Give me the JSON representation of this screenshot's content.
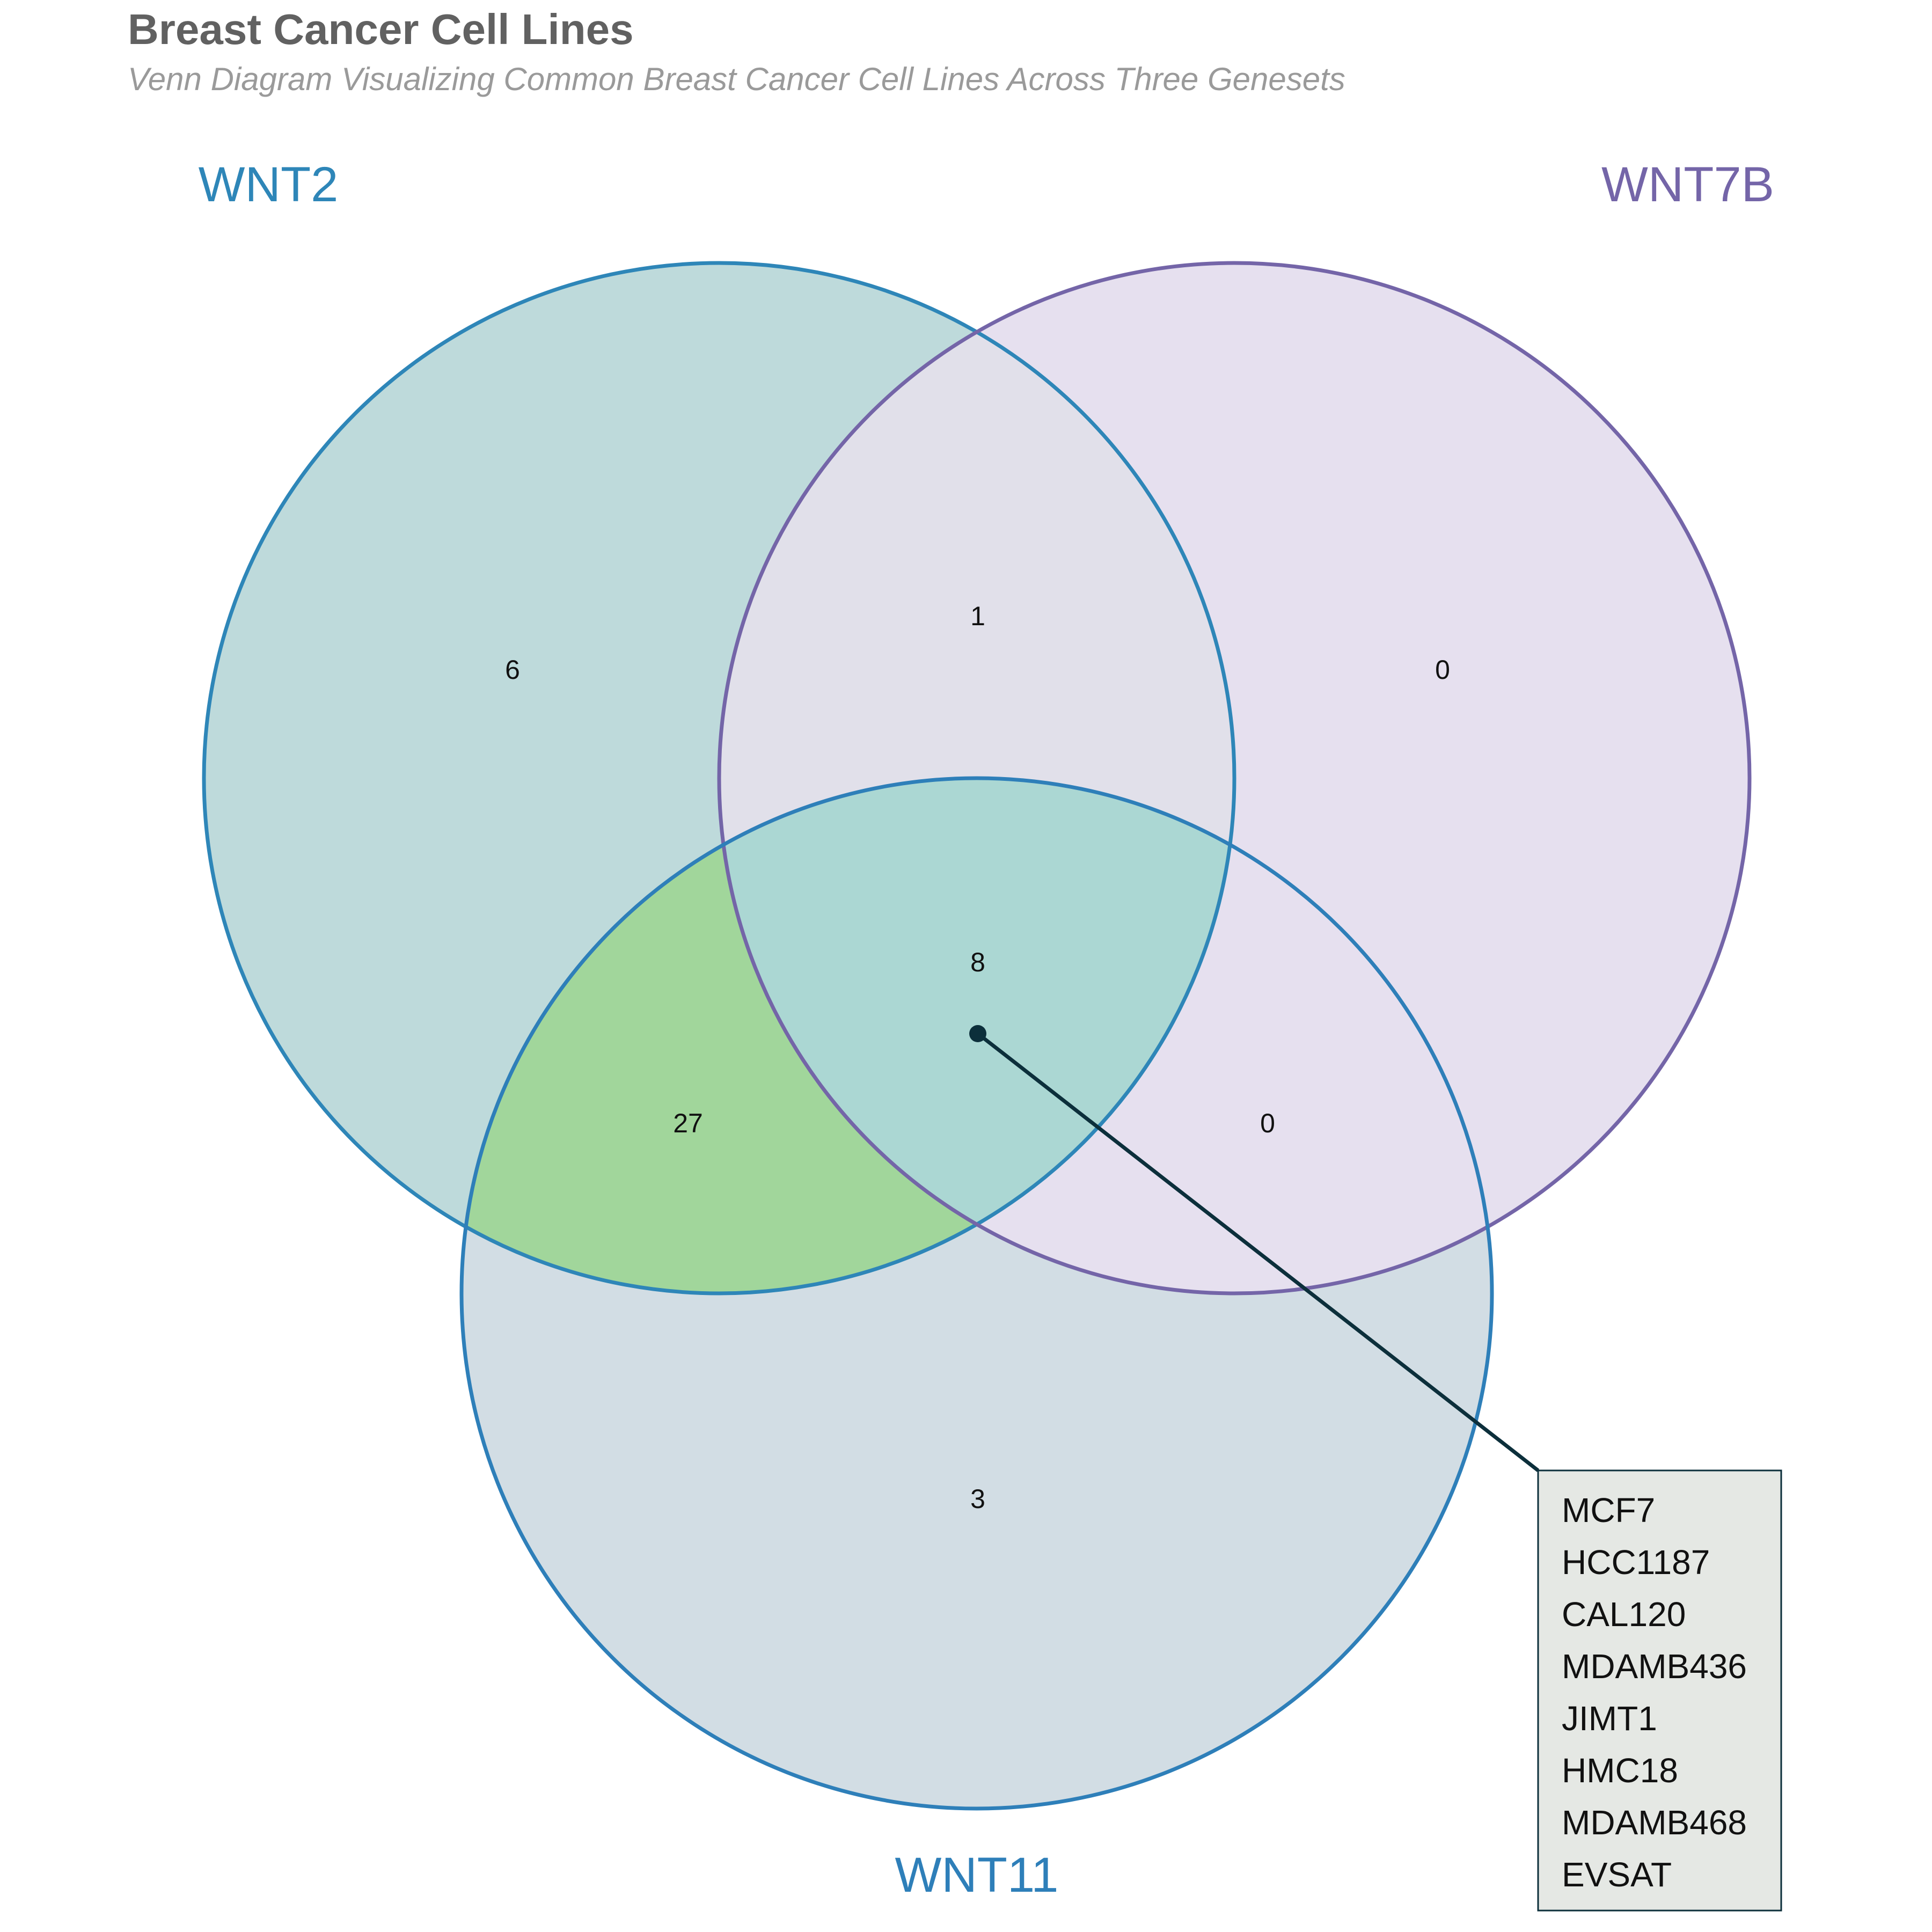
{
  "header": {
    "title": "Breast Cancer Cell Lines",
    "subtitle": "Venn Diagram Visualizing Common Breast Cancer Cell Lines Across Three Genesets"
  },
  "sets": [
    {
      "id": "wnt2",
      "name": "WNT2",
      "color": "#2e86b8"
    },
    {
      "id": "wnt7b",
      "name": "WNT7B",
      "color": "#7465a8"
    },
    {
      "id": "wnt11",
      "name": "WNT11",
      "color": "#2e7fb9"
    }
  ],
  "regions": {
    "wnt2_only": "6",
    "wnt2_wnt7b": "1",
    "wnt7b_only": "0",
    "all_three": "8",
    "wnt2_wnt11": "27",
    "wnt7b_wnt11": "0",
    "wnt11_only": "3"
  },
  "colors": {
    "wnt2_fill": "#bedadb",
    "wnt7b_fill": "#e6e0ef",
    "wnt11_fill": "#d2dde4",
    "wnt2_wnt7b_fill": "#e1e0ea",
    "wnt2_wnt11_fill": "#a1d69b",
    "all_three_fill": "#abd7d3",
    "wnt7b_wnt11_fill": "#e6e0ef",
    "callout_line": "#0c2f3b",
    "callout_box_fill": "#e5e8e4"
  },
  "callout": {
    "region": "all_three",
    "items": [
      "MCF7",
      "HCC1187",
      "CAL120",
      "MDAMB436",
      "JIMT1",
      "HMC18",
      "MDAMB468",
      "EVSAT"
    ]
  }
}
